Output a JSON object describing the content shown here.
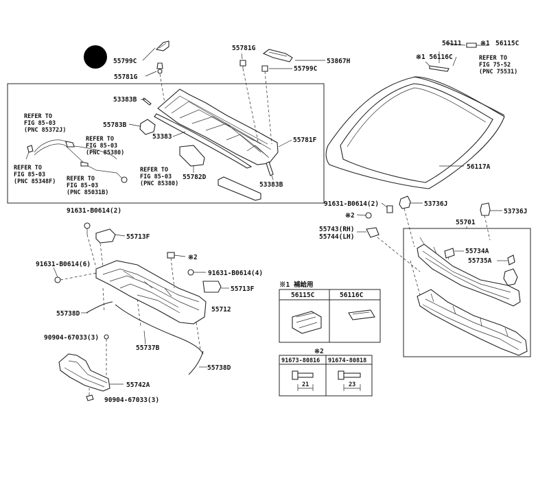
{
  "labels": {
    "p55799C_a": "55799C",
    "p55781G_a": "55781G",
    "p53383B_a": "53383B",
    "p55783B": "55783B",
    "p53383": "53383",
    "p55782D": "55782D",
    "p55781F": "55781F",
    "p53383B_b": "53383B",
    "p55781G_b": "55781G",
    "p53867H": "53867H",
    "p55799C_b": "55799C",
    "p56111": "56111",
    "p56115C": "56115C",
    "x1_mark": "※1",
    "x1_56116C": "※1 56116C",
    "p56117A": "56117A",
    "p91631_2": "91631-B0614(2)",
    "p53736J_a": "53736J",
    "p53736J_b": "53736J",
    "x2_mark_a": "※2",
    "p55743": "55743(RH)",
    "p55744": "55744(LH)",
    "p55701": "55701",
    "p55734A": "55734A",
    "p55735A": "55735A",
    "p91631_2b": "91631-B0614(2)",
    "p55713F_a": "55713F",
    "x2_mark_b": "※2",
    "p91631_6": "91631-B0614(6)",
    "p91631_4": "91631-B0614(4)",
    "p55713F_b": "55713F",
    "p55738D_a": "55738D",
    "p55712": "55712",
    "p90904_a": "90904-67033(3)",
    "p55737B": "55737B",
    "p55738D_b": "55738D",
    "p55742A": "55742A",
    "p90904_b": "90904-67033(3)"
  },
  "refs": {
    "r1": [
      "REFER TO",
      "FIG 85-03",
      "(PNC 85372J)"
    ],
    "r2": [
      "REFER TO",
      "FIG 85-03",
      "(PNC 85380)"
    ],
    "r3": [
      "REFER TO",
      "FIG 85-03",
      "(PNC 85348F)"
    ],
    "r4": [
      "REFER TO",
      "FIG 85-03",
      "(PNC 85380)"
    ],
    "r5": [
      "REFER TO",
      "FIG 85-03",
      "(PNC 85031B)"
    ],
    "r6": [
      "REFER TO",
      "FIG 75-52",
      "(PNC 75531)"
    ]
  },
  "legend": {
    "title1": "※1 補給用",
    "col1": "56115C",
    "col2": "56116C",
    "title2": "※2",
    "bolt1": "91673-80816",
    "bolt2": "91674-80818",
    "dim1": "21",
    "dim2": "23"
  }
}
